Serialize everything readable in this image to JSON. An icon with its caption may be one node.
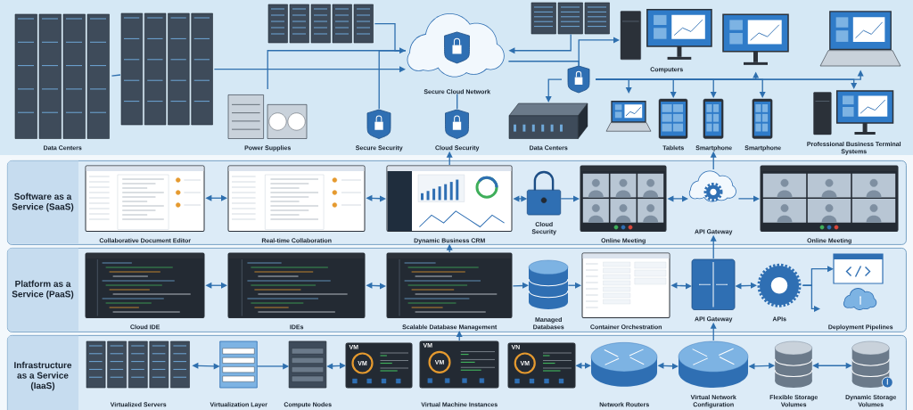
{
  "diagram": {
    "nodes": [
      {
        "text": [
          "Data Centers"
        ]
      },
      {
        "text": [],
        "shape": "picture"
      },
      {
        "text": [
          "Power Supplies"
        ]
      },
      {
        "text": [],
        "shape": "picture"
      },
      {
        "text": [
          "Secure Cloud Network"
        ]
      },
      {
        "text": [
          "Secure Security"
        ]
      },
      {
        "text": [
          "Cloud Security"
        ]
      },
      {
        "text": [],
        "shape": "picture"
      },
      {
        "text": [
          "Data Centers"
        ]
      },
      {
        "text": [],
        "shape": "picture"
      },
      {
        "text": [
          "Computers"
        ]
      },
      {
        "text": [],
        "shape": "picture"
      },
      {
        "text": [],
        "shape": "picture"
      },
      {
        "text": [],
        "shape": "picture"
      },
      {
        "text": [
          "Tablets"
        ]
      },
      {
        "text": [
          "Smartphone"
        ]
      },
      {
        "text": [
          "Smartphone"
        ]
      },
      {
        "text": [
          "Professional Business Terminal Systems"
        ]
      },
      {
        "text": [
          "Software as a Service (SaaS)"
        ]
      },
      {
        "text": [
          "Collaborative Document Editor"
        ],
        "in": 18
      },
      {
        "text": [
          "Real-time Collaboration"
        ],
        "in": 18
      },
      {
        "text": [
          "Dynamic Business CRM"
        ],
        "in": 18
      },
      {
        "text": [
          "Cloud Security"
        ],
        "in": 18
      },
      {
        "text": [
          "Online Meeting"
        ],
        "in": 18
      },
      {
        "text": [
          "API Gateway"
        ],
        "in": 18
      },
      {
        "text": [
          "Online Meeting"
        ],
        "in": 18
      },
      {
        "text": [
          "Platform as a Service (PaaS)"
        ]
      },
      {
        "text": [
          "Cloud IDE"
        ],
        "in": 26
      },
      {
        "text": [
          "IDEs"
        ],
        "in": 26
      },
      {
        "text": [
          "Scalable Database Management"
        ],
        "in": 26
      },
      {
        "text": [
          "Managed Databases"
        ],
        "in": 26
      },
      {
        "text": [
          "Container Orchestration"
        ],
        "in": 26
      },
      {
        "text": [
          "API Gateway"
        ],
        "in": 26
      },
      {
        "text": [
          "APIs"
        ],
        "in": 26
      },
      {
        "text": [],
        "shape": "picture",
        "in": 26
      },
      {
        "text": [
          "Deployment Pipelines"
        ],
        "in": 26
      },
      {
        "text": [
          "Infrastructure as a Service (IaaS)"
        ]
      },
      {
        "text": [
          "Virtualized Servers"
        ],
        "in": 36
      },
      {
        "text": [
          "Virtualization Layer"
        ],
        "in": 36
      },
      {
        "text": [
          "Compute Nodes"
        ],
        "in": 36
      },
      {
        "text": [],
        "shape": "picture",
        "in": 36
      },
      {
        "text": [
          "Virtual Machine Instances"
        ],
        "in": 36
      },
      {
        "text": [],
        "shape": "picture",
        "in": 36
      },
      {
        "text": [
          "Network Routers"
        ],
        "in": 36
      },
      {
        "text": [
          "Virtual Network Configuration"
        ],
        "in": 36
      },
      {
        "text": [
          "Flexible Storage Volumes"
        ],
        "in": 36
      },
      {
        "text": [
          "Dynamic Storage Volumes"
        ],
        "in": 36
      }
    ],
    "edges": [
      {
        "from": 0,
        "to": 1,
        "arrow": "none"
      },
      {
        "from": 1,
        "to": 4,
        "arrow": "to"
      },
      {
        "from": 2,
        "to": 4,
        "arrow": "none"
      },
      {
        "from": 3,
        "to": 4,
        "arrow": "to"
      },
      {
        "from": 5,
        "to": 4,
        "arrow": "none"
      },
      {
        "from": 6,
        "to": 4,
        "arrow": "none"
      },
      {
        "from": 7,
        "to": 4,
        "arrow": "to"
      },
      {
        "from": 4,
        "to": 9,
        "arrow": "none"
      },
      {
        "from": 9,
        "to": 8,
        "arrow": "to"
      },
      {
        "from": 9,
        "to": 10,
        "arrow": "to"
      },
      {
        "from": 9,
        "to": 11,
        "arrow": "to"
      },
      {
        "from": 9,
        "to": 12,
        "arrow": "to"
      },
      {
        "from": 9,
        "to": 13,
        "arrow": "to"
      },
      {
        "from": 9,
        "to": 14,
        "arrow": "to"
      },
      {
        "from": 9,
        "to": 15,
        "arrow": "to"
      },
      {
        "from": 9,
        "to": 16,
        "arrow": "to"
      },
      {
        "from": 9,
        "to": 17,
        "arrow": "to"
      },
      {
        "from": 21,
        "to": 6,
        "arrow": "to"
      },
      {
        "from": 24,
        "to": 15,
        "arrow": "to"
      },
      {
        "from": 19,
        "to": 20,
        "arrow": "both"
      },
      {
        "from": 20,
        "to": 21,
        "arrow": "both"
      },
      {
        "from": 21,
        "to": 22,
        "arrow": "both"
      },
      {
        "from": 22,
        "to": 23,
        "arrow": "to"
      },
      {
        "from": 23,
        "to": 24,
        "arrow": "both"
      },
      {
        "from": 24,
        "to": 25,
        "arrow": "to"
      },
      {
        "from": 29,
        "to": 21,
        "arrow": "to"
      },
      {
        "from": 32,
        "to": 24,
        "arrow": "to"
      },
      {
        "from": 27,
        "to": 28,
        "arrow": "both"
      },
      {
        "from": 28,
        "to": 29,
        "arrow": "both"
      },
      {
        "from": 29,
        "to": 30,
        "arrow": "to"
      },
      {
        "from": 30,
        "to": 31,
        "arrow": "to"
      },
      {
        "from": 31,
        "to": 32,
        "arrow": "both"
      },
      {
        "from": 32,
        "to": 33,
        "arrow": "both"
      },
      {
        "from": 33,
        "to": 34,
        "arrow": "to"
      },
      {
        "from": 33,
        "to": 35,
        "arrow": "to"
      },
      {
        "from": 41,
        "to": 29,
        "arrow": "to"
      },
      {
        "from": 44,
        "to": 32,
        "arrow": "to"
      },
      {
        "from": 37,
        "to": 38,
        "arrow": "both"
      },
      {
        "from": 38,
        "to": 39,
        "arrow": "to"
      },
      {
        "from": 39,
        "to": 40,
        "arrow": "both"
      },
      {
        "from": 42,
        "to": 43,
        "arrow": "both"
      },
      {
        "from": 43,
        "to": 44,
        "arrow": "both"
      },
      {
        "from": 44,
        "to": 45,
        "arrow": "both"
      },
      {
        "from": 45,
        "to": 46,
        "arrow": "both"
      }
    ],
    "labels": [
      "VM",
      "VM",
      "VM",
      "VM",
      "VN",
      "VM"
    ]
  }
}
